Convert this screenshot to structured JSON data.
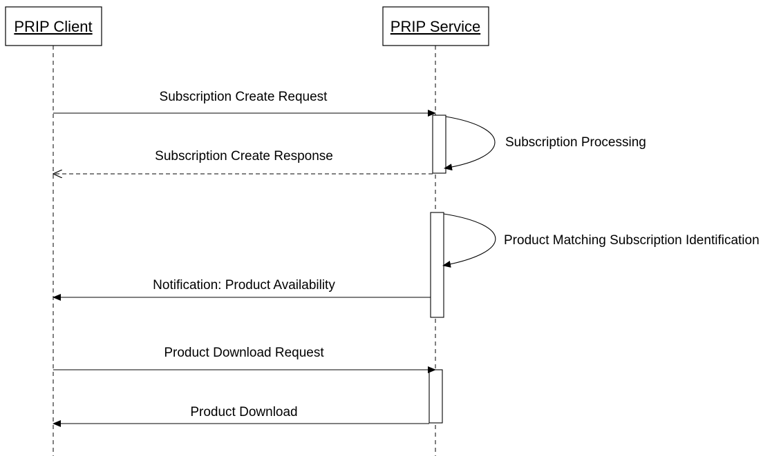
{
  "participants": {
    "client": "PRIP Client",
    "service": "PRIP Service"
  },
  "messages": {
    "subscription_create_request": "Subscription Create Request",
    "subscription_create_response": "Subscription Create Response",
    "subscription_processing": "Subscription Processing",
    "product_matching": "Product Matching Subscription Identification",
    "notification": "Notification: Product Availability",
    "product_download_request": "Product Download Request",
    "product_download": "Product Download"
  },
  "colors": {
    "line": "#000000",
    "box_fill": "#ffffff"
  }
}
